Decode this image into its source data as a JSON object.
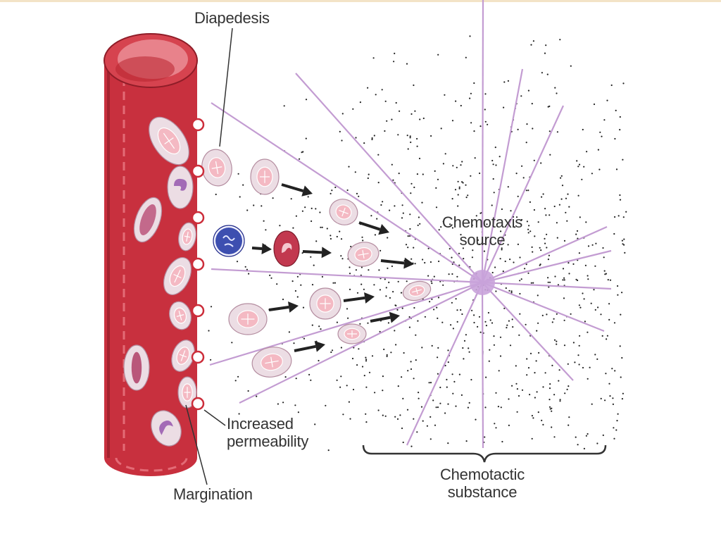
{
  "labels": {
    "diapedesis": "Diapedesis",
    "chemotaxis_line1": "Chemotaxis",
    "chemotaxis_line2": "source",
    "increased_line1": "Increased",
    "increased_line2": "permeability",
    "margination": "Margination",
    "chemotactic_line1": "Chemotactic",
    "chemotactic_line2": "substance"
  },
  "colors": {
    "vessel": "#c8303e",
    "vessel_dark": "#a3222f",
    "vessel_light": "#e3737c",
    "ray": "#c39cd2",
    "source": "#c9a3da",
    "cell_fill": "#ecdde4",
    "nucleus": "#f4b9c3",
    "monocyte_nucleus": "#a36bb6",
    "lymphocyte": "#3d4fb0",
    "basophil": "#c2384f",
    "pore": "#cc2d3a",
    "arrow": "#222222"
  }
}
